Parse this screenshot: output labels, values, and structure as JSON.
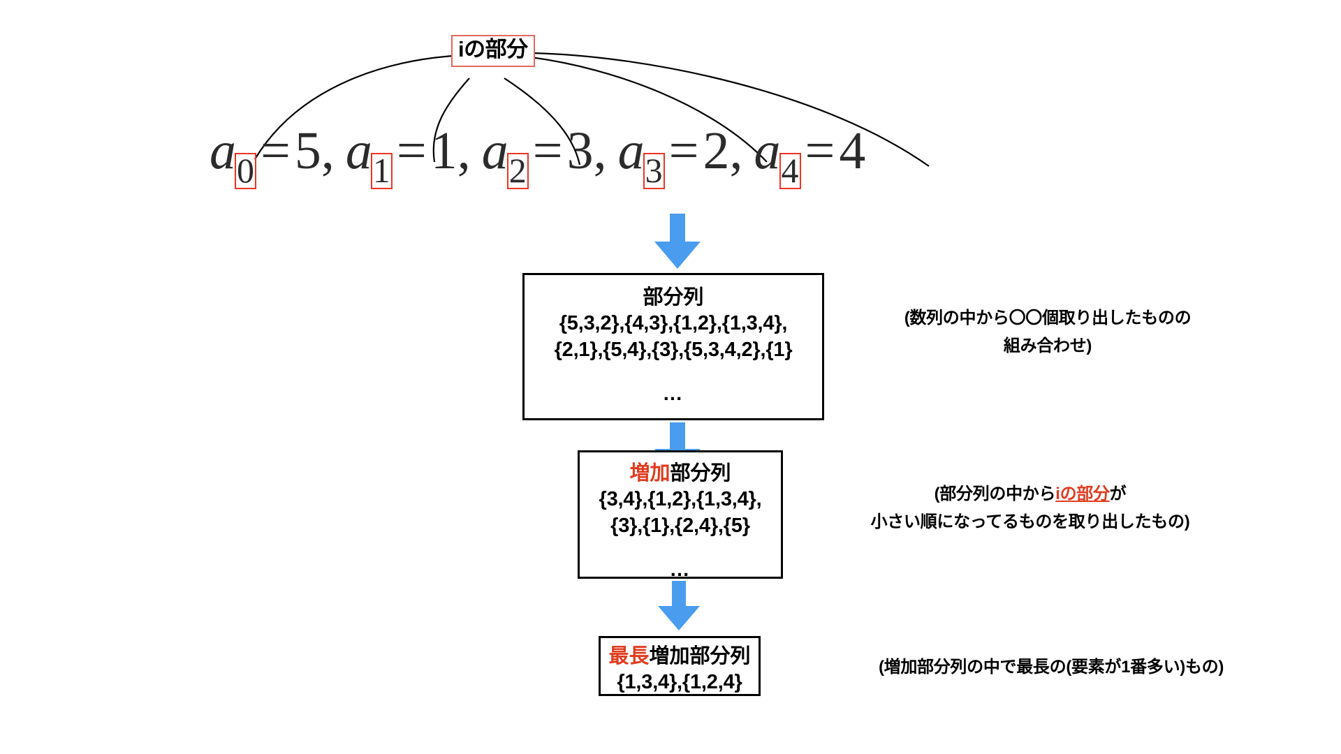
{
  "diagram": {
    "callout": {
      "label": "iの部分",
      "border_color": "#e2685c"
    },
    "formula": {
      "full_text": "a0 = 5, a1 = 1, a2 = 3, a3 = 2, a4 = 4",
      "variable": "a",
      "equals": "=",
      "comma": ",",
      "terms": [
        {
          "index": "0",
          "value": "5"
        },
        {
          "index": "1",
          "value": "1"
        },
        {
          "index": "2",
          "value": "3"
        },
        {
          "index": "3",
          "value": "2"
        },
        {
          "index": "4",
          "value": "4"
        }
      ],
      "index_box_color": "#ee3322"
    },
    "arrow_color": "#4a9cef",
    "highlight_color": "#e03b1f",
    "boxes": [
      {
        "id": "subseq",
        "title_plain": "部分列",
        "title_red": "",
        "title_black": "部分列",
        "lines": [
          "{5,3,2},{4,3},{1,2},{1,3,4},",
          "{2,1},{5,4},{3},{5,3,4,2},{1}"
        ],
        "dots": "…"
      },
      {
        "id": "incseq",
        "title_plain": "増加部分列",
        "title_red": "増加",
        "title_black": "部分列",
        "lines": [
          "{3,4},{1,2},{1,3,4},",
          "{3},{1},{2,4},{5}"
        ],
        "dots": "…"
      },
      {
        "id": "lis",
        "title_plain": "最長増加部分列",
        "title_red": "最長",
        "title_black": "増加部分列",
        "lines": [
          "{1,3,4},{1,2,4}"
        ],
        "dots": ""
      }
    ],
    "notes": [
      {
        "id": "note-subseq",
        "line1_pre": "(数列の中から〇〇個取り出したものの",
        "line1_red": "",
        "line1_post": "",
        "line2": "組み合わせ)"
      },
      {
        "id": "note-incseq",
        "line1_pre": "(部分列の中から",
        "line1_red": "iの部分",
        "line1_post": "が",
        "line2": "小さい順になってるものを取り出したもの)"
      },
      {
        "id": "note-lis",
        "line1_pre": "(増加部分列の中で最長の(要素が1番多い)もの)",
        "line1_red": "",
        "line1_post": "",
        "line2": ""
      }
    ]
  }
}
